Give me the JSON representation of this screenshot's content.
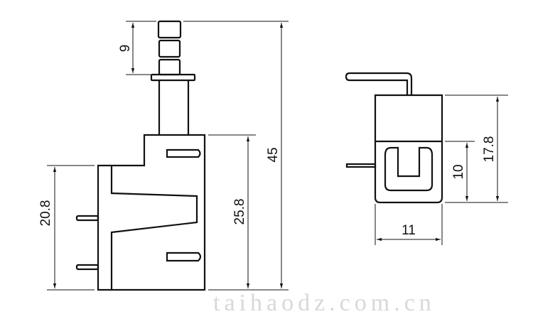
{
  "watermark": "taihaodz.com.cn",
  "dimensions": {
    "plunger_height": "9",
    "total_height": "45",
    "body_height": "25.8",
    "base_height": "20.8",
    "side_height": "17.8",
    "lower_height": "10",
    "width": "11"
  },
  "colors": {
    "line": "#111111",
    "watermark": "#d8d8d8"
  }
}
